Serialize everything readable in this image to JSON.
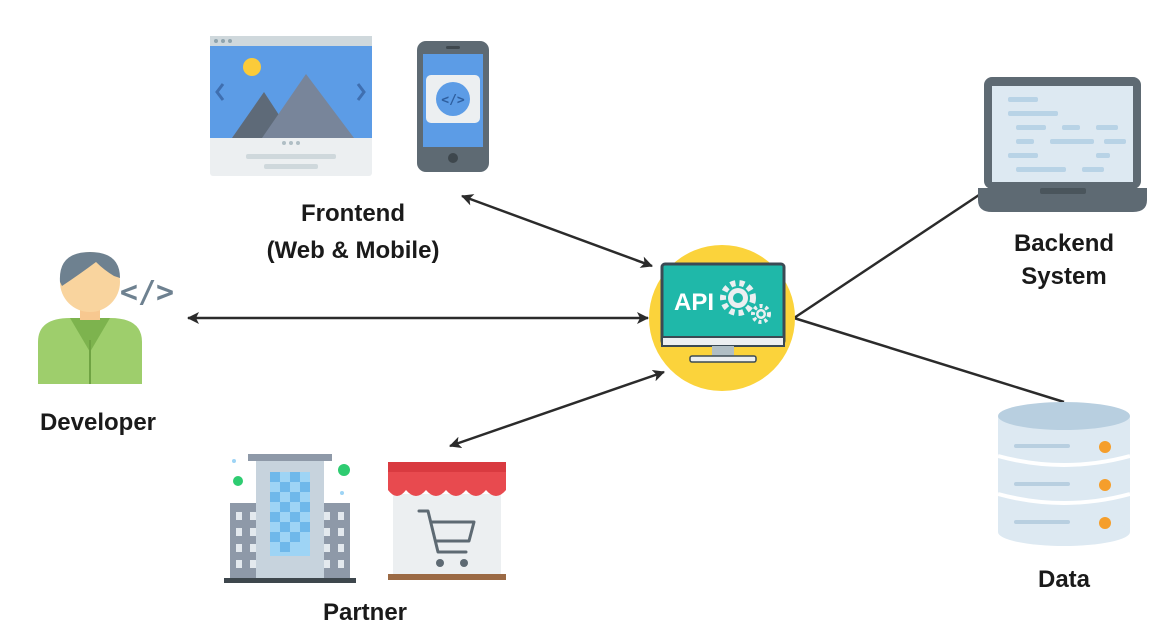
{
  "labels": {
    "frontend_line1": "Frontend",
    "frontend_line2": "(Web & Mobile)",
    "backend_line1": "Backend",
    "backend_line2": "System",
    "developer": "Developer",
    "partner": "Partner",
    "data": "Data"
  },
  "api_icon_text": "API",
  "code_symbol": "</>",
  "icons": {
    "web": "web-browser-icon",
    "mobile": "mobile-phone-icon",
    "developer": "developer-person-icon",
    "api": "api-monitor-icon",
    "backend": "laptop-icon",
    "database": "database-icon",
    "building": "office-building-icon",
    "store": "shop-cart-icon"
  },
  "colors": {
    "api_circle": "#FBD33B",
    "api_screen": "#1FB8A9",
    "arrow": "#2b2b2b",
    "label": "#1a1a1a"
  },
  "connections": [
    {
      "from": "API",
      "to": "Frontend (Web & Mobile)",
      "style": "bidirectional"
    },
    {
      "from": "API",
      "to": "Developer",
      "style": "bidirectional"
    },
    {
      "from": "API",
      "to": "Partner",
      "style": "bidirectional"
    },
    {
      "from": "API",
      "to": "Backend System",
      "style": "line"
    },
    {
      "from": "API",
      "to": "Data",
      "style": "line"
    }
  ]
}
